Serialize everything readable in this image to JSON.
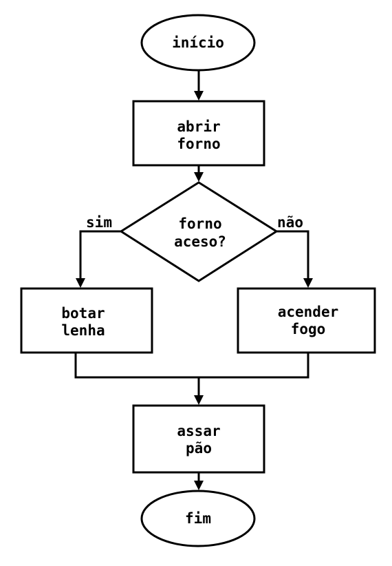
{
  "diagram": {
    "nodes": {
      "start": {
        "shape": "ellipse",
        "lines": [
          "início"
        ]
      },
      "open_oven": {
        "shape": "process",
        "lines": [
          "abrir",
          "forno"
        ]
      },
      "oven_lit": {
        "shape": "decision",
        "lines": [
          "forno",
          "aceso?"
        ]
      },
      "add_wood": {
        "shape": "process",
        "lines": [
          "botar",
          "lenha"
        ]
      },
      "light_fire": {
        "shape": "process",
        "lines": [
          "acender",
          "fogo"
        ]
      },
      "bake_bread": {
        "shape": "process",
        "lines": [
          "assar",
          "pão"
        ]
      },
      "end": {
        "shape": "ellipse",
        "lines": [
          "fim"
        ]
      }
    },
    "edges": [
      {
        "from": "start",
        "to": "open_oven",
        "label": ""
      },
      {
        "from": "open_oven",
        "to": "oven_lit",
        "label": ""
      },
      {
        "from": "oven_lit",
        "to": "add_wood",
        "label": "sim"
      },
      {
        "from": "oven_lit",
        "to": "light_fire",
        "label": "não"
      },
      {
        "from": "add_wood",
        "to": "bake_bread",
        "label": ""
      },
      {
        "from": "light_fire",
        "to": "bake_bread",
        "label": ""
      },
      {
        "from": "bake_bread",
        "to": "end",
        "label": ""
      }
    ]
  }
}
